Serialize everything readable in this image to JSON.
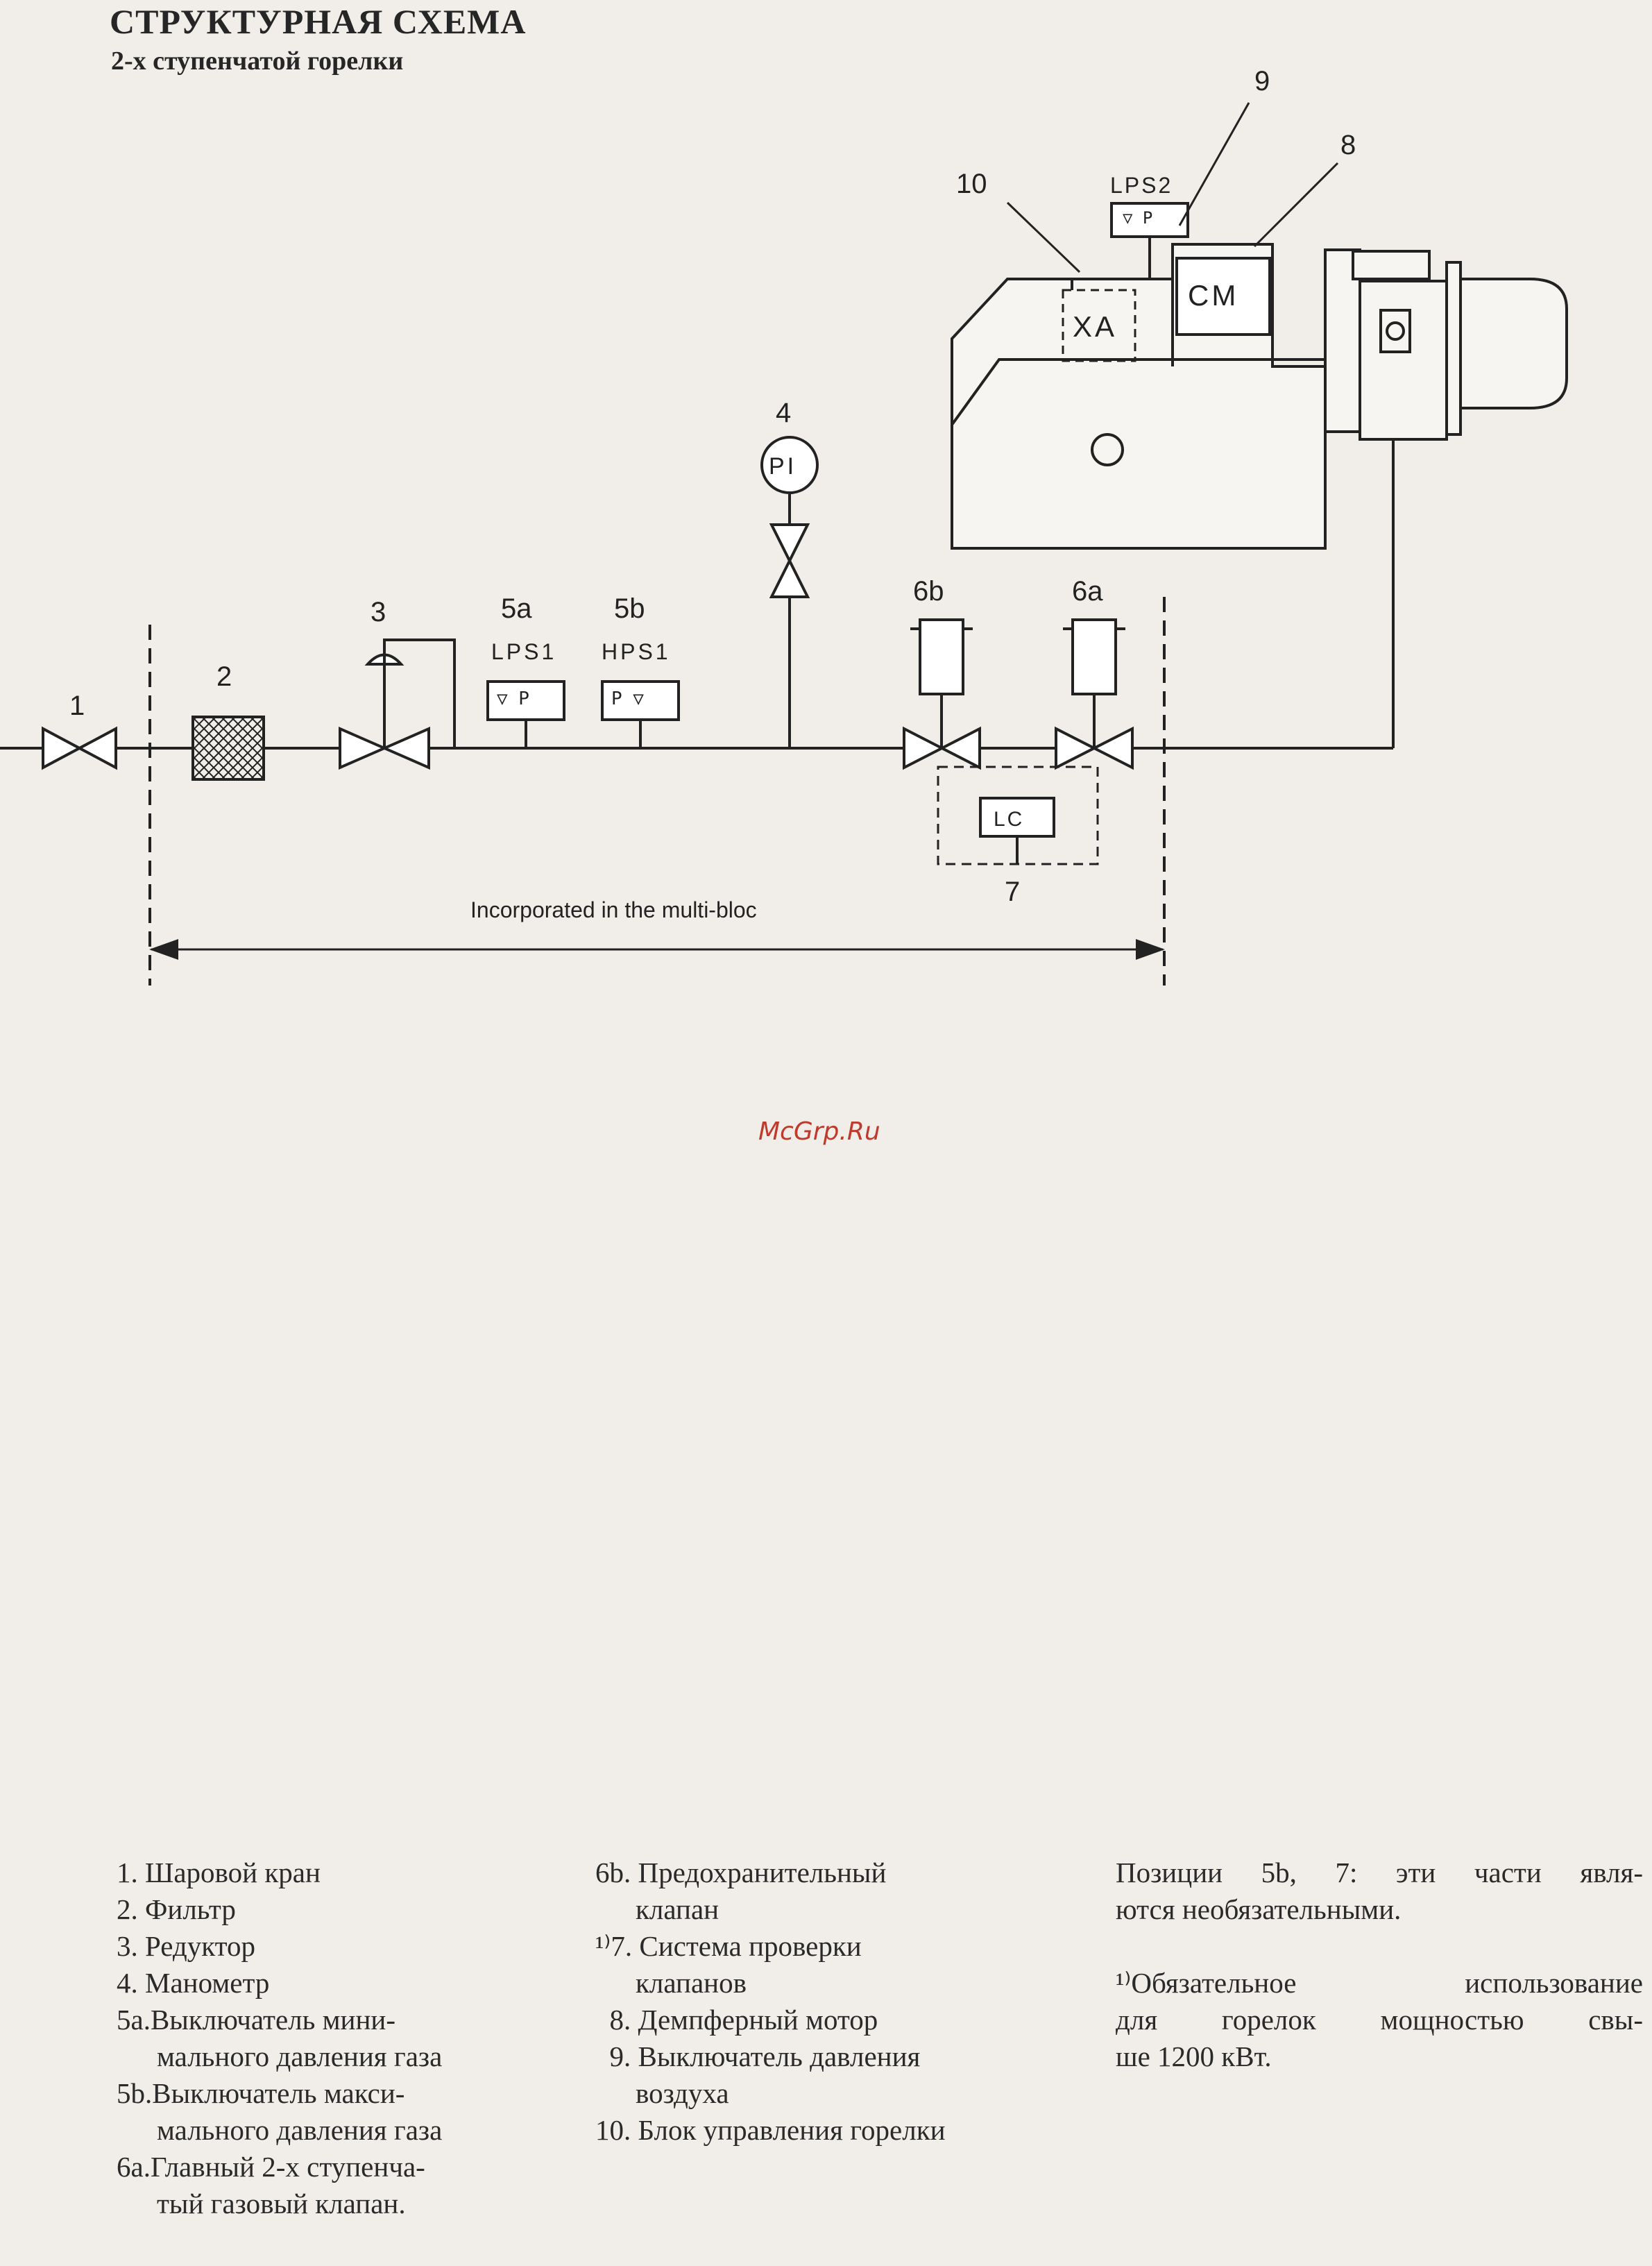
{
  "header": {
    "title": "СТРУКТУРНАЯ СХЕМА",
    "subtitle": "2-х ступенчатой горелки"
  },
  "diagram": {
    "labels": {
      "n1": "1",
      "n2": "2",
      "n3": "3",
      "n4": "4",
      "n5a": "5a",
      "n5b": "5b",
      "n6b": "6b",
      "n6a": "6a",
      "n7": "7",
      "n8": "8",
      "n9": "9",
      "n10": "10"
    },
    "tags": {
      "lps1": "LPS1",
      "hps1": "HPS1",
      "lps2": "LPS2",
      "pi": "PI",
      "lc": "LC",
      "xa": "XA",
      "cm": "CM",
      "vp": "▽ P",
      "pv": "P ▽"
    },
    "scope_label": "Incorporated in the multi-bloc"
  },
  "watermark": "McGrp.Ru",
  "legend": {
    "col1": [
      {
        "text": "1.  Шаровой кран",
        "indent": false
      },
      {
        "text": "2.  Фильтр",
        "indent": false
      },
      {
        "text": "3.  Редуктор",
        "indent": false
      },
      {
        "text": "4.  Манометр",
        "indent": false
      },
      {
        "text": "5a.Выключатель мини-",
        "indent": false
      },
      {
        "text": "мального давления газа",
        "indent": true
      },
      {
        "text": "5b.Выключатель макси-",
        "indent": false
      },
      {
        "text": "мального  давления газа",
        "indent": true
      },
      {
        "text": "6a.Главный 2-х ступенча-",
        "indent": false
      },
      {
        "text": "тый газовый клапан.",
        "indent": true
      }
    ],
    "col2": [
      {
        "text": "6b. Предохранительный",
        "indent": false
      },
      {
        "text": "клапан",
        "indent": true
      },
      {
        "text": "¹⁾7. Система проверки",
        "indent": false
      },
      {
        "text": "клапанов",
        "indent": true
      },
      {
        "text": "  8. Демпферный мотор",
        "indent": false
      },
      {
        "text": "  9. Выключатель давления",
        "indent": false
      },
      {
        "text": "воздуха",
        "indent": true
      },
      {
        "text": "10. Блок управления горелки",
        "indent": false
      }
    ]
  },
  "notes": {
    "optional_l1": "Позиции 5b, 7: эти части явля-",
    "optional_l2": "ются необязательными.",
    "mandatory_l1": "¹⁾Обязательное  использование",
    "mandatory_l2": "для горелок мощностью  свы-",
    "mandatory_l3": "ше 1200 кВт."
  }
}
